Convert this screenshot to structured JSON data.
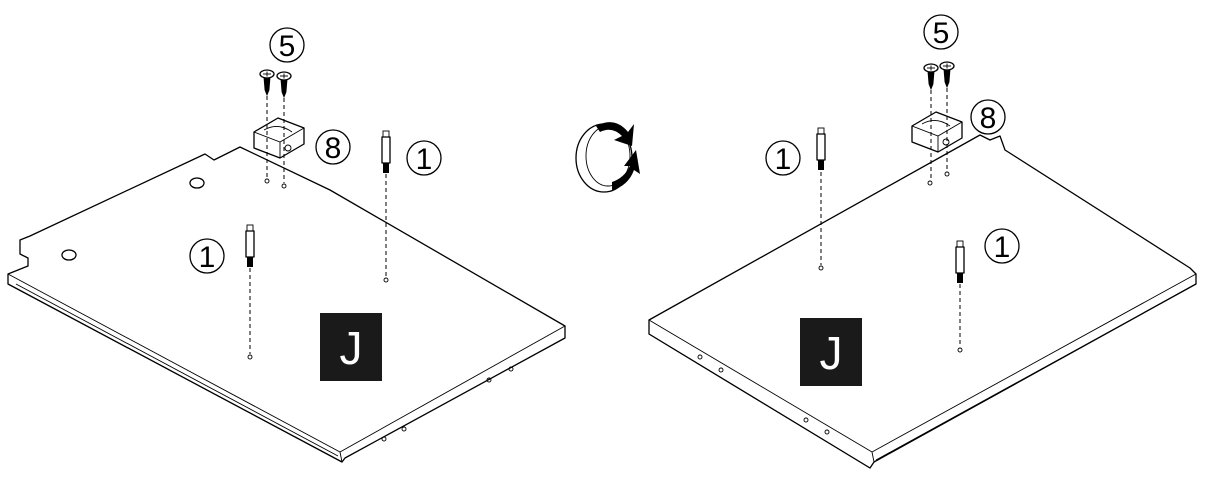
{
  "figure": {
    "panels": [
      {
        "callouts": {
          "dowel_a": "1",
          "dowel_b": "1",
          "screws": "5",
          "bracket": "8"
        },
        "panel_tag": "J"
      },
      {
        "callouts": {
          "dowel_a": "1",
          "dowel_b": "1",
          "screws": "5",
          "bracket": "8"
        },
        "panel_tag": "J"
      }
    ],
    "rotate_icon": "rotate-clockwise-icon",
    "colors": {
      "ink": "#000000",
      "paper": "#ffffff",
      "tag_background": "#1a1a1a",
      "tag_text": "#ffffff"
    }
  }
}
